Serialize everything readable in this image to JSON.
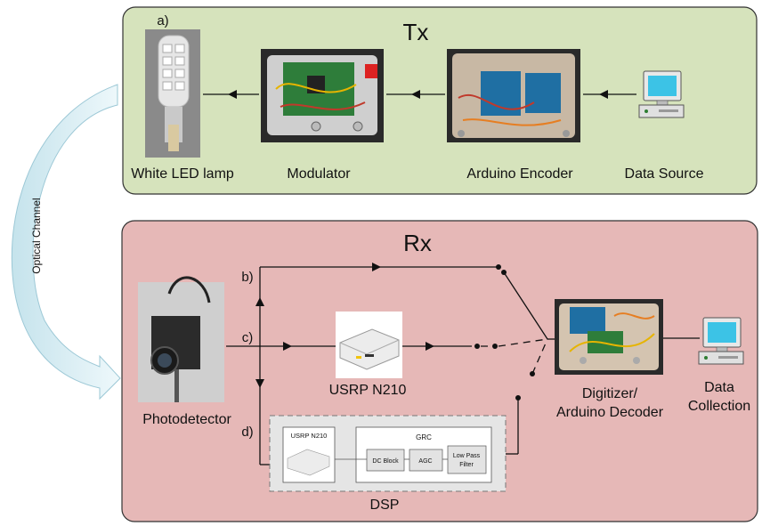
{
  "panel_a_label": "a)",
  "tx": {
    "title": "Tx",
    "components": {
      "led": "White LED lamp",
      "modulator": "Modulator",
      "encoder": "Arduino Encoder",
      "source": "Data Source"
    }
  },
  "channel_label": "Optical Channel",
  "rx": {
    "title": "Rx",
    "photodetector": "Photodetector",
    "path_b": "b)",
    "path_c": "c)",
    "path_d": "d)",
    "usrp": "USRP N210",
    "decoder_line1": "Digitizer/",
    "decoder_line2": "Arduino Decoder",
    "collection_line1": "Data",
    "collection_line2": "Collection",
    "dsp": {
      "label": "DSP",
      "usrp_small": "USRP N210",
      "grc_title": "GRC",
      "dc_block": "DC Block",
      "agc": "AGC",
      "lpf_line1": "Low Pass",
      "lpf_line2": "Filter"
    }
  },
  "colors": {
    "tx_panel": "#d6e3bc",
    "rx_panel": "#e6b8b7",
    "channel_arrow": "#dbeef4"
  }
}
